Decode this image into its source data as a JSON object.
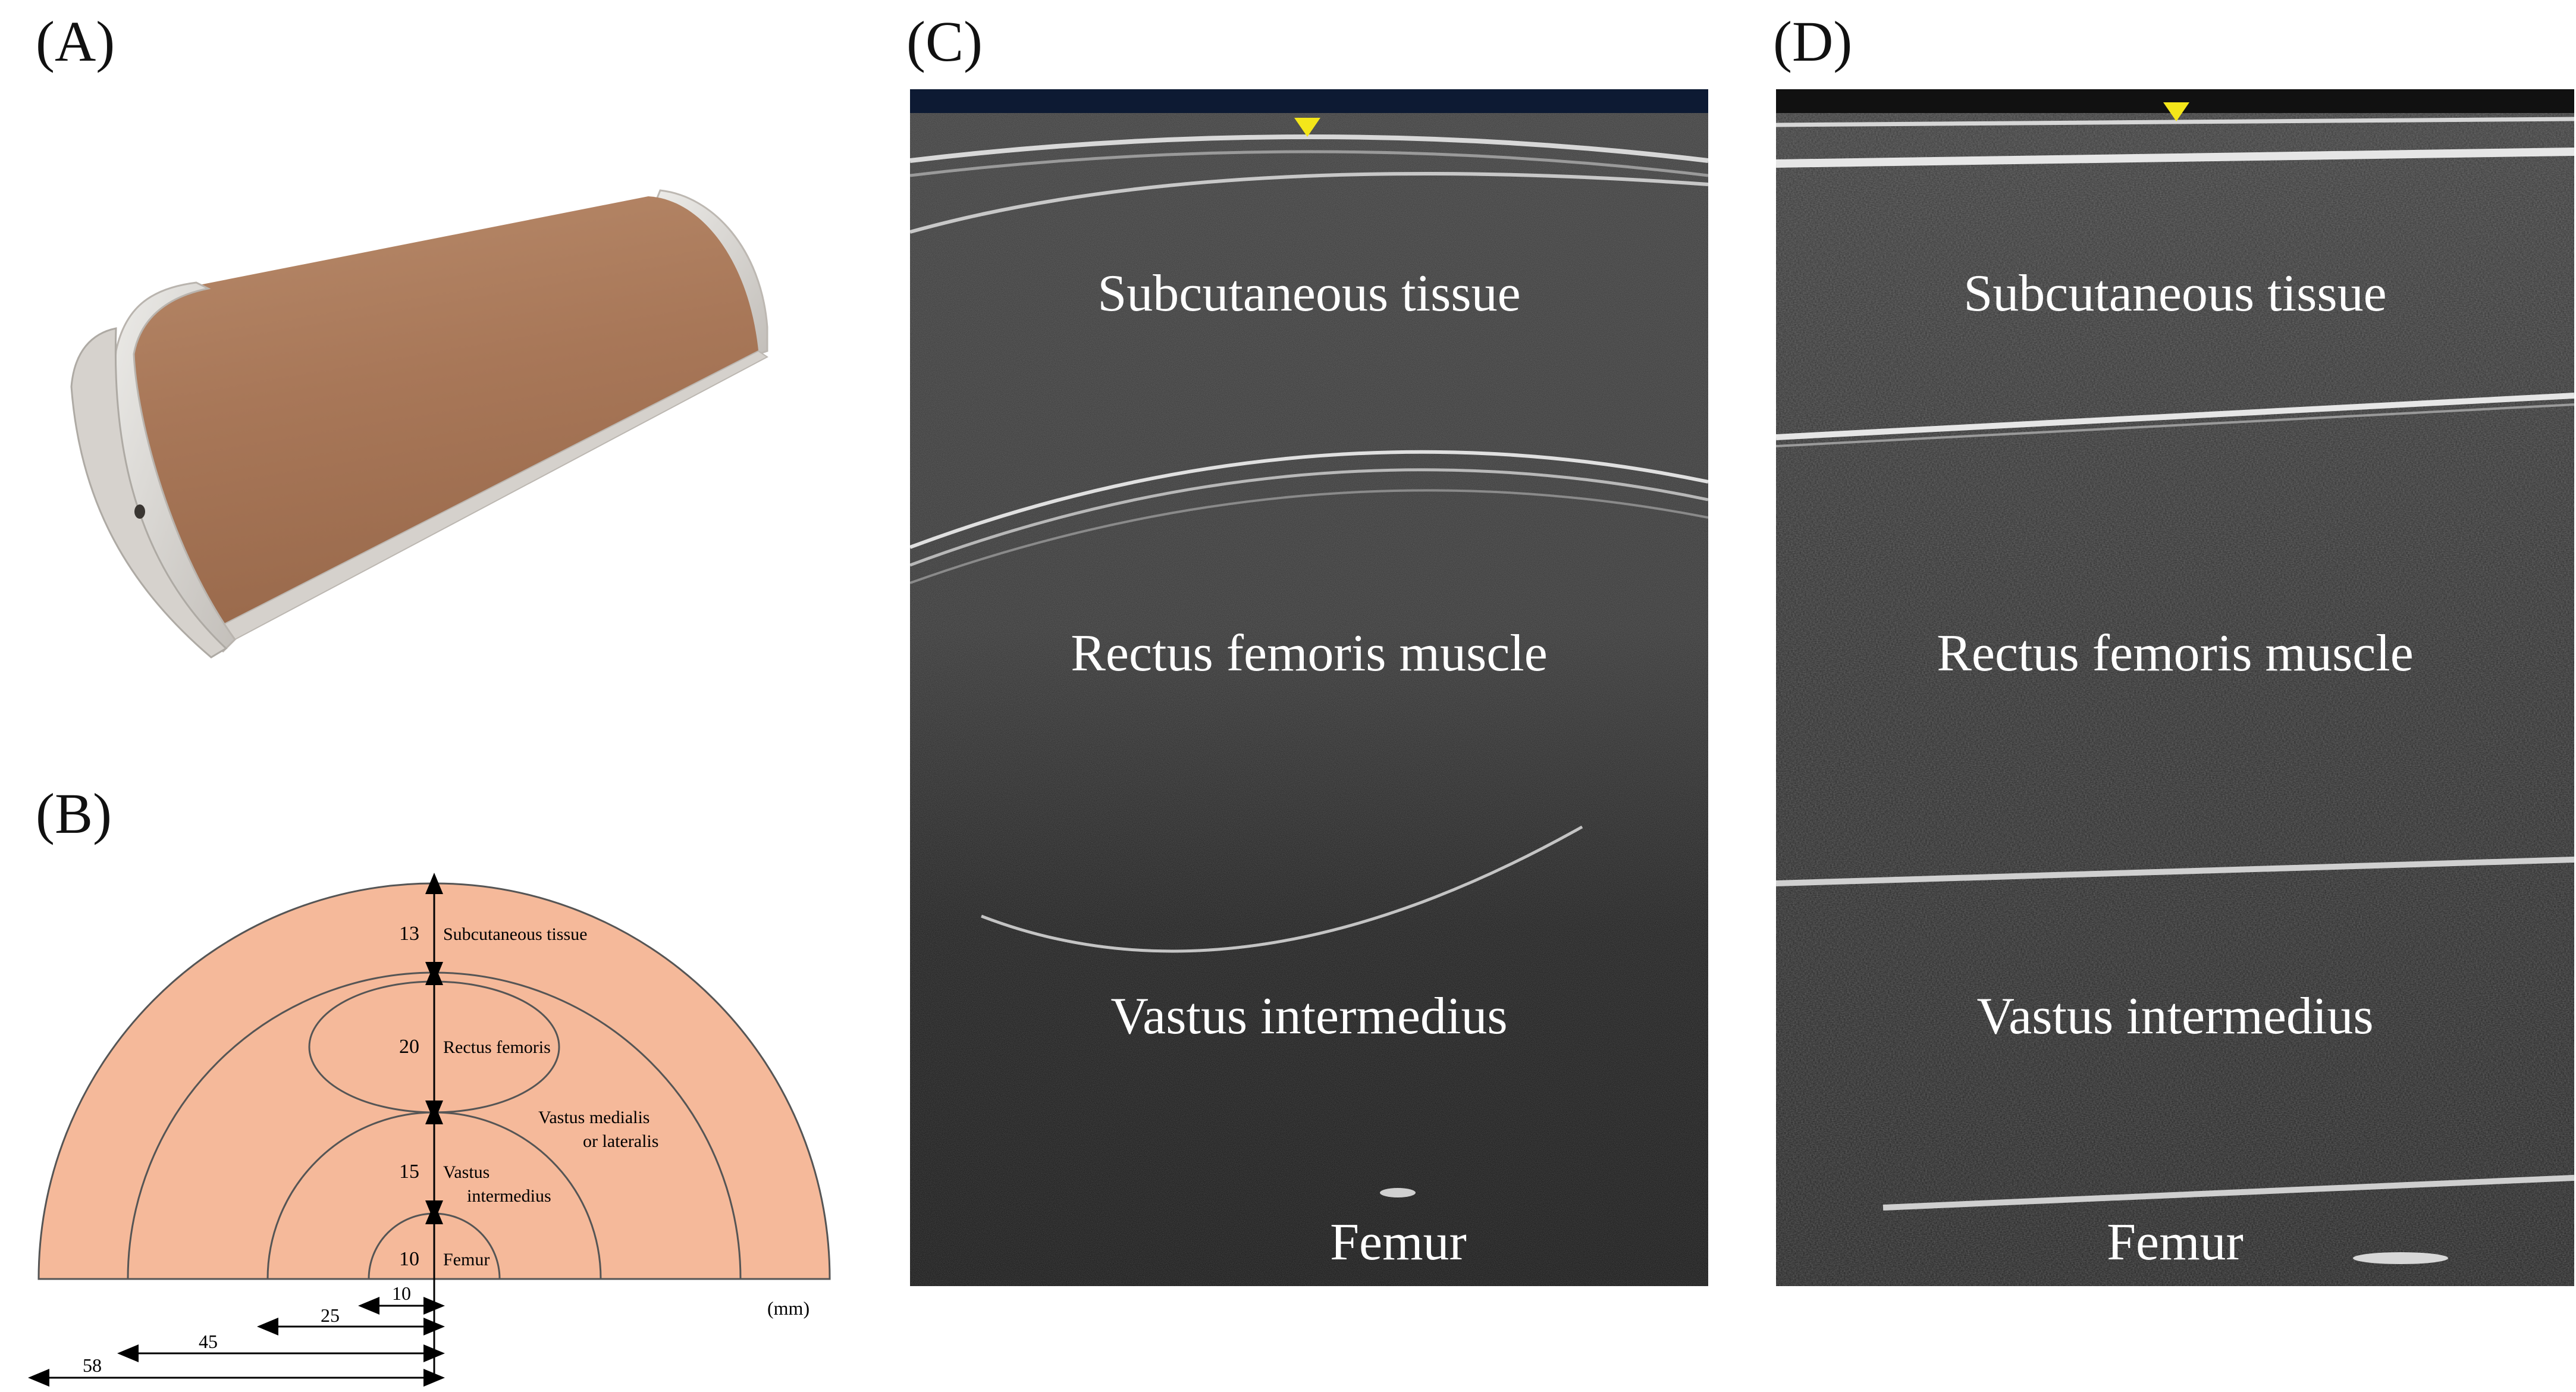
{
  "panels": {
    "a": {
      "label": "(A)"
    },
    "b": {
      "label": "(B)",
      "layers": [
        {
          "thickness": "13",
          "name": "Subcutaneous tissue"
        },
        {
          "thickness": "20",
          "name": "Rectus femoris"
        },
        {
          "thickness": "15",
          "name_line1": "Vastus",
          "name_line2": "intermedius"
        },
        {
          "thickness": "10",
          "name": "Femur"
        }
      ],
      "side_label_line1": "Vastus medialis",
      "side_label_line2": "or lateralis",
      "radii": [
        "10",
        "25",
        "45",
        "58"
      ],
      "unit": "(mm)"
    },
    "c": {
      "label": "(C)",
      "regions": [
        "Subcutaneous tissue",
        "Rectus femoris muscle",
        "Vastus intermedius",
        "Femur"
      ]
    },
    "d": {
      "label": "(D)",
      "regions": [
        "Subcutaneous tissue",
        "Rectus femoris muscle",
        "Vastus intermedius",
        "Femur"
      ]
    }
  },
  "colors": {
    "model_skin": "#a97a5c",
    "model_cap": "#d9d6d2",
    "cross_section_fill": "#f5b99a",
    "marker": "#f4e61a"
  }
}
